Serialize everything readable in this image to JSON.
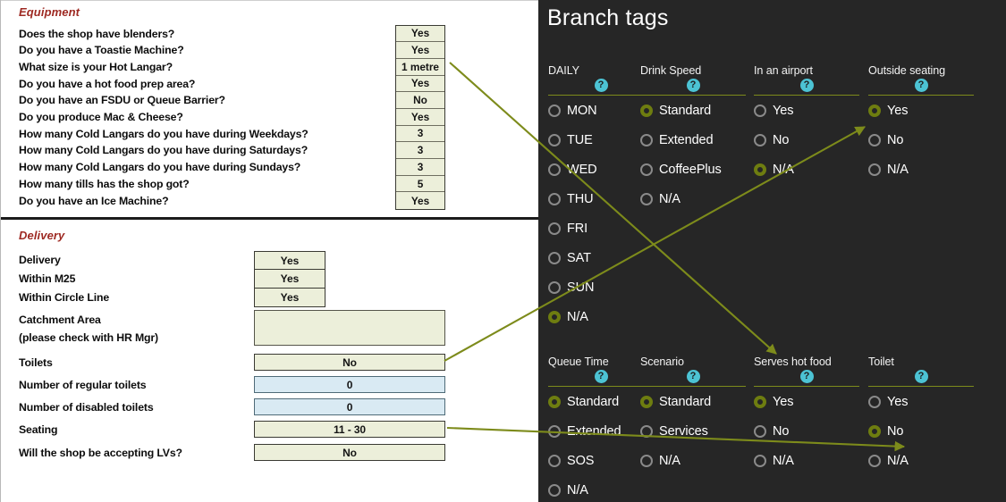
{
  "left": {
    "sections": [
      {
        "id": "equipment",
        "title": "Equipment",
        "questions": [
          {
            "label": "Does the shop have blenders?",
            "value": "Yes"
          },
          {
            "label": "Do you have a Toastie Machine?",
            "value": "Yes"
          },
          {
            "label": "What size is your Hot Langar?",
            "value": "1 metre"
          },
          {
            "label": "Do you have a hot food prep area?",
            "value": "Yes"
          },
          {
            "label": "Do you have an FSDU or Queue Barrier?",
            "value": "No"
          },
          {
            "label": "Do you produce Mac & Cheese?",
            "value": "Yes"
          },
          {
            "label": "How many Cold Langars do you have during Weekdays?",
            "value": "3"
          },
          {
            "label": "How many Cold Langars do you have during Saturdays?",
            "value": "3"
          },
          {
            "label": "How many Cold Langars do you have during Sundays?",
            "value": "3"
          },
          {
            "label": "How many tills has the shop got?",
            "value": "5"
          },
          {
            "label": "Do you have an Ice Machine?",
            "value": "Yes"
          }
        ]
      },
      {
        "id": "delivery",
        "title": "Delivery",
        "group_top": [
          {
            "label": "Delivery",
            "value": "Yes"
          },
          {
            "label": "Within M25",
            "value": "Yes"
          },
          {
            "label": "Within Circle Line",
            "value": "Yes"
          }
        ],
        "catchment": {
          "label_line1": "Catchment Area",
          "label_line2": "(please check with HR Mgr)",
          "value": ""
        },
        "rows": [
          {
            "label": "Toilets",
            "value": "No",
            "style": "cream"
          },
          {
            "label": "Number of regular toilets",
            "value": "0",
            "style": "blue"
          },
          {
            "label": "Number of disabled toilets",
            "value": "0",
            "style": "blue"
          },
          {
            "label": "Seating",
            "value": "11 - 30",
            "style": "cream"
          },
          {
            "label": "Will the shop be accepting LVs?",
            "value": "No",
            "style": "cream"
          }
        ]
      }
    ]
  },
  "right": {
    "title": "Branch tags",
    "help_glyph": "?",
    "colors": {
      "panel_bg": "#262626",
      "accent_olive": "#6e7d10",
      "help_cyan": "#4cc3d4",
      "rule": "#7d8b1b"
    },
    "columns_row1": [
      {
        "name": "DAILY",
        "options": [
          {
            "label": "MON",
            "selected": false
          },
          {
            "label": "TUE",
            "selected": false
          },
          {
            "label": "WED",
            "selected": false
          },
          {
            "label": "THU",
            "selected": false
          },
          {
            "label": "FRI",
            "selected": false
          },
          {
            "label": "SAT",
            "selected": false
          },
          {
            "label": "SUN",
            "selected": false
          },
          {
            "label": "N/A",
            "selected": true
          }
        ]
      },
      {
        "name": "Drink Speed",
        "options": [
          {
            "label": "Standard",
            "selected": true
          },
          {
            "label": "Extended",
            "selected": false
          },
          {
            "label": "CoffeePlus",
            "selected": false
          },
          {
            "label": "N/A",
            "selected": false
          }
        ]
      },
      {
        "name": "In an airport",
        "options": [
          {
            "label": "Yes",
            "selected": false
          },
          {
            "label": "No",
            "selected": false
          },
          {
            "label": "N/A",
            "selected": true
          }
        ]
      },
      {
        "name": "Outside seating",
        "options": [
          {
            "label": "Yes",
            "selected": true
          },
          {
            "label": "No",
            "selected": false
          },
          {
            "label": "N/A",
            "selected": false
          }
        ]
      }
    ],
    "columns_row2": [
      {
        "name": "Queue Time",
        "options": [
          {
            "label": "Standard",
            "selected": true
          },
          {
            "label": "Extended",
            "selected": false
          },
          {
            "label": "SOS",
            "selected": false
          },
          {
            "label": "N/A",
            "selected": false
          }
        ]
      },
      {
        "name": "Scenario",
        "options": [
          {
            "label": "Standard",
            "selected": true
          },
          {
            "label": "Services",
            "selected": false
          },
          {
            "label": "N/A",
            "selected": false
          }
        ]
      },
      {
        "name": "Serves hot food",
        "options": [
          {
            "label": "Yes",
            "selected": true
          },
          {
            "label": "No",
            "selected": false
          },
          {
            "label": "N/A",
            "selected": false
          }
        ]
      },
      {
        "name": "Toilet",
        "options": [
          {
            "label": "Yes",
            "selected": false
          },
          {
            "label": "No",
            "selected": true
          },
          {
            "label": "N/A",
            "selected": false
          }
        ]
      }
    ]
  },
  "annotations": {
    "arrow_color": "#7d8b1b",
    "arrows": [
      {
        "from": "hot-langar-size-field",
        "to": "serves-hot-food-column"
      },
      {
        "from": "toilets-field",
        "to": "outside-seating-yes"
      },
      {
        "from": "seating-field",
        "to": "toilet-no"
      }
    ]
  }
}
